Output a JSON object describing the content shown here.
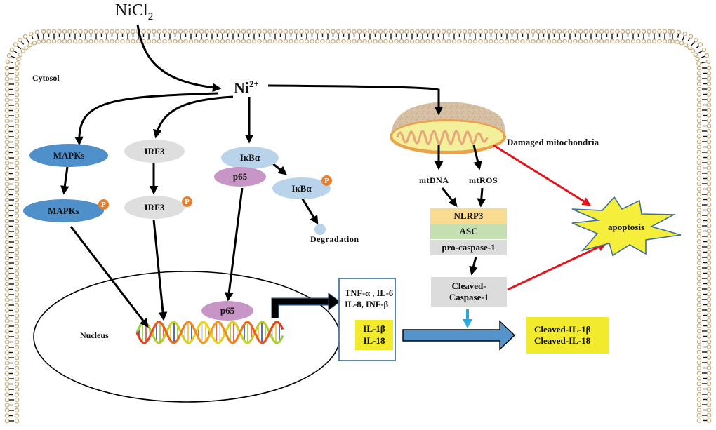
{
  "diagram": {
    "title": "NiCl2-induced inflammatory signaling and pyroptosis/apoptosis pathway",
    "colors": {
      "membrane_head": "#c9b48a",
      "mapks": "#4f8fca",
      "irf3": "#dedede",
      "ikba": "#b8d3ea",
      "p65": "#c896c6",
      "phospho_badge": "#e87d2e",
      "nlrp3": "#f9dc92",
      "asc": "#c4dfb1",
      "caspase": "#dcdcdc",
      "cytokine_highlight": "#f2ea2c",
      "transport_arrow": "#5594cb",
      "cleave_arrow": "#27aae1",
      "apoptosis_arrow": "#e4141c",
      "apoptosis_star": "#f5ee3b"
    },
    "labels": {
      "nicl2_main": "NiCl",
      "nicl2_sub": "2",
      "ni_main": "Ni",
      "ni_sup": "2+",
      "cytosol": "Cytosol",
      "nucleus": "Nucleus",
      "damaged_mitochondria": "Damaged mitochondria",
      "mtdna": "mtDNA",
      "mtros": "mtROS",
      "degradation": "Degradation",
      "apoptosis": "apoptosis"
    },
    "nodes": {
      "mapks": "MAPKs",
      "mapks_p": "MAPKs",
      "irf3": "IRF3",
      "irf3_p": "IRF3",
      "ikba": "IκBα",
      "ikba_p": "IκBα",
      "p65_cyto": "p65",
      "p65_nuc": "p65",
      "phospho": "P"
    },
    "inflammasome": {
      "nlrp3": "NLRP3",
      "asc": "ASC",
      "pro_caspase": "pro-caspase-1",
      "cleaved_caspase_line1": "Cleaved-",
      "cleaved_caspase_line2": "Caspase-1"
    },
    "cytokines": {
      "line1": "TNF-α , IL-6",
      "line2": "IL-8, INF-β",
      "il1b": "IL-1β",
      "il18": "IL-18",
      "cleaved_il1b": "Cleaved-IL-1β",
      "cleaved_il18": "Cleaved-IL-18"
    }
  }
}
